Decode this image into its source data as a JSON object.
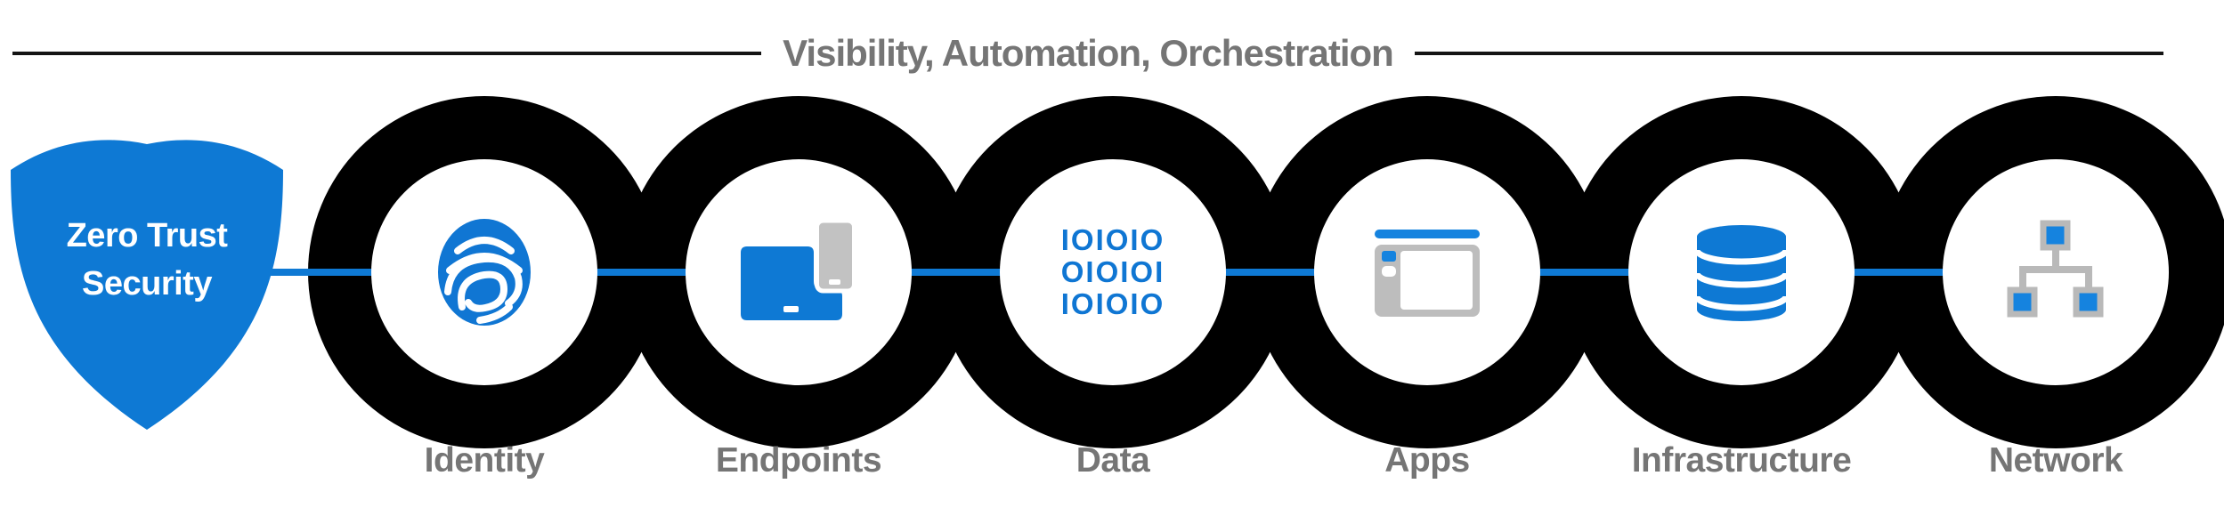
{
  "title": {
    "text": "Visibility, Automation, Orchestration"
  },
  "shield": {
    "icon": "shield-icon",
    "line1": "Zero Trust",
    "line2": "Security"
  },
  "nodes": [
    {
      "label": "Identity",
      "icon": "fingerprint-icon"
    },
    {
      "label": "Endpoints",
      "icon": "laptop-phone-icon"
    },
    {
      "label": "Data",
      "icon": "binary-code-icon",
      "binary_lines": [
        "IOIOIO",
        "OIOIOI",
        "IOIOIO"
      ]
    },
    {
      "label": "Apps",
      "icon": "app-window-icon"
    },
    {
      "label": "Infrastructure",
      "icon": "database-icon"
    },
    {
      "label": "Network",
      "icon": "sitemap-icon"
    }
  ],
  "colors": {
    "accent_blue": "#0e79d4",
    "bright_blue": "#1583df",
    "ring_black": "#000000",
    "label_gray": "#757575",
    "icon_gray": "#bdbdbd",
    "divider_black": "#141414",
    "background": "#ffffff"
  }
}
